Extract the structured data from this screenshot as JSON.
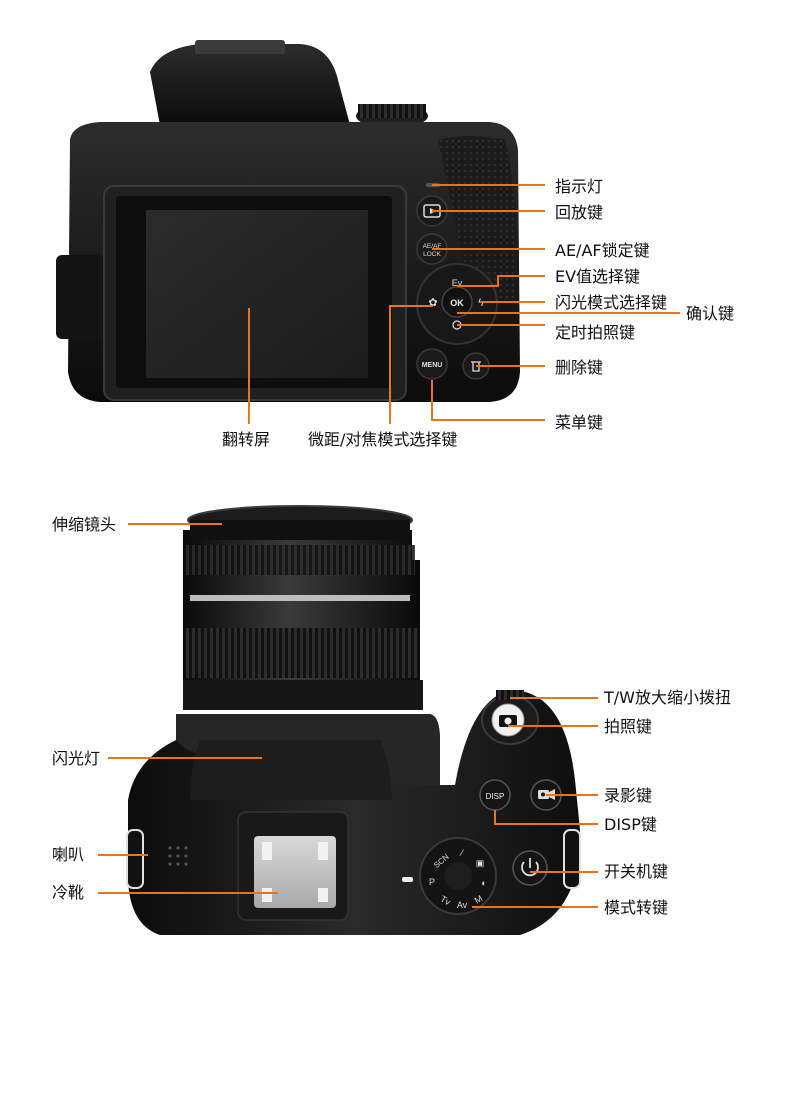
{
  "back_view": {
    "buttons": {
      "ae_af_lock_line1": "AE/AF",
      "ae_af_lock_line2": "LOCK",
      "ev": "Ev",
      "ok": "OK",
      "menu": "MENU"
    },
    "callouts": {
      "indicator_light": "指示灯",
      "playback": "回放键",
      "ae_af_lock": "AE/AF锁定键",
      "ev_select": "EV值选择键",
      "flash_mode": "闪光模式选择键",
      "confirm": "确认键",
      "self_timer": "定时拍照键",
      "delete": "删除键",
      "menu": "菜单键",
      "flip_screen": "翻转屏",
      "macro_focus": "微距/对焦模式选择键"
    }
  },
  "top_view": {
    "buttons": {
      "disp": "DISP",
      "mode_dial": [
        "SCN",
        "P",
        "Tv",
        "Av",
        "M"
      ]
    },
    "callouts": {
      "lens": "伸缩镜头",
      "flash": "闪光灯",
      "speaker": "喇叭",
      "hot_shoe": "冷靴",
      "zoom_lever": "T/W放大缩小拨扭",
      "shutter": "拍照键",
      "record": "录影键",
      "disp": "DISP键",
      "power": "开关机键",
      "mode_dial": "模式转键"
    }
  },
  "colors": {
    "callout_line": "#e8751a",
    "camera_body": "#1a1a1a",
    "background": "#ffffff"
  }
}
